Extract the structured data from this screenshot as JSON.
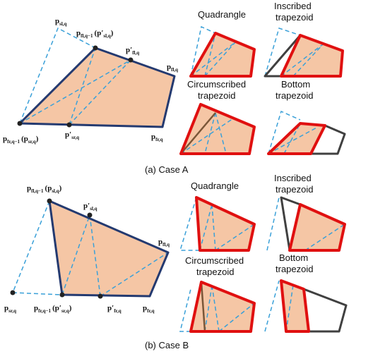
{
  "case_a": {
    "caption": "(a) Case A",
    "labels": {
      "p_sl": "p",
      "p_sl_sub": "sl,q",
      "p_fl_prev": "p",
      "p_fl_prev_sub": "fl,q−1",
      "p_fl_prev_paren_a": "(p′",
      "p_fl_prev_paren_sub": "sl,q",
      "p_fl_prev_paren_b": ")",
      "p_fl_prime": "p′",
      "p_fl_prime_sub": "fl,q",
      "p_fl": "p",
      "p_fl_sub": "fl,q",
      "p_fr_prev": "p",
      "p_fr_prev_sub": "fr,q−1",
      "p_fr_prev_paren_a": "(p",
      "p_fr_prev_paren_sub": "sr,q",
      "p_fr_prev_paren_b": ")",
      "p_sr_prime": "p′",
      "p_sr_prime_sub": "sr,q",
      "p_fr": "p",
      "p_fr_sub": "fr,q"
    },
    "panel_titles": {
      "quadrangle": "Quadrangle",
      "inscribed_1": "Inscribed",
      "inscribed_2": "trapezoid",
      "circumscribed_1": "Circumscribed",
      "circumscribed_2": "trapezoid",
      "bottom_1": "Bottom",
      "bottom_2": "trapezoid"
    }
  },
  "case_b": {
    "caption": "(b) Case B",
    "labels": {
      "p_fl_prev": "p",
      "p_fl_prev_sub": "fl,q−1",
      "p_fl_prev_paren_a": "(p",
      "p_fl_prev_paren_sub": "sl,q",
      "p_fl_prev_paren_b": ")",
      "p_sl_prime": "p′",
      "p_sl_prime_sub": "sl,q",
      "p_fl": "p",
      "p_fl_sub": "fl,q",
      "p_sr": "p",
      "p_sr_sub": "sr,q",
      "p_fr_prev": "p",
      "p_fr_prev_sub": "fr,q−1",
      "p_fr_prev_paren_a": "(p′",
      "p_fr_prev_paren_sub": "sr,q",
      "p_fr_prev_paren_b": ")",
      "p_fr_prime": "p′",
      "p_fr_prime_sub": "fr,q",
      "p_fr": "p",
      "p_fr_sub": "fr,q"
    },
    "panel_titles": {
      "quadrangle": "Quadrangle",
      "inscribed_1": "Inscribed",
      "inscribed_2": "trapezoid",
      "circumscribed_1": "Circumscribed",
      "circumscribed_2": "trapezoid",
      "bottom_1": "Bottom",
      "bottom_2": "trapezoid"
    }
  },
  "colors": {
    "fill": "#f5c6a5",
    "dashed": "#3aa0d8",
    "boundary": "#243a70",
    "highlight": "#e01010",
    "outline": "#404040",
    "diagonal": "#7a5638"
  }
}
